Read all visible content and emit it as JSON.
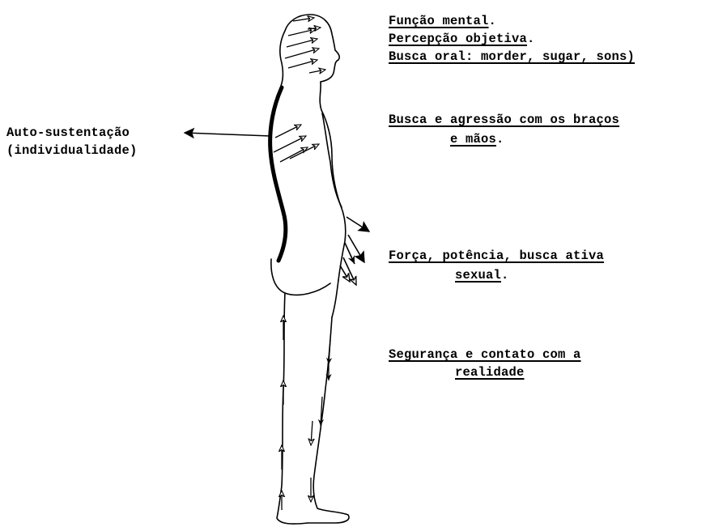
{
  "labels": {
    "head": {
      "line1": "Função mental",
      "line2": "Percepção objetiva",
      "line3": "Busca oral: morder, sugar, sons)"
    },
    "arms": {
      "line1": "Busca e agressão com os braços",
      "line2": "e mãos"
    },
    "pelvis": {
      "line1": "Força, potência, busca ativa",
      "line2": "sexual"
    },
    "legs": {
      "line1": "Segurança e contato com a",
      "line2": "realidade"
    },
    "back": {
      "line1": "Auto-sustentação",
      "line2": "(individualidade)"
    }
  },
  "colors": {
    "ink": "#000000",
    "background": "#ffffff"
  }
}
